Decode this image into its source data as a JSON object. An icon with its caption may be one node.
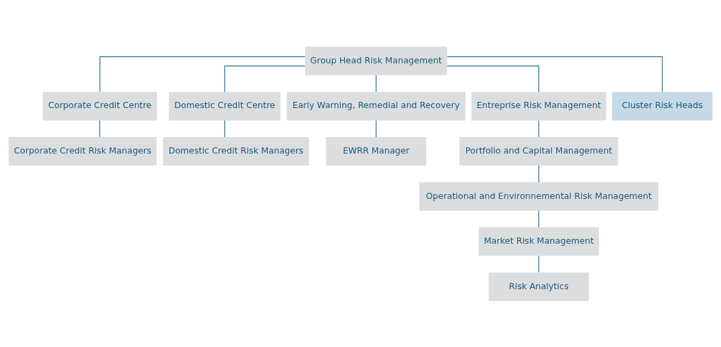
{
  "diagram": {
    "nodes": [
      {
        "text": [
          "Group Head Risk Management"
        ]
      },
      {
        "text": [
          "Corporate Credit Centre"
        ]
      },
      {
        "text": [
          "Domestic Credit Centre"
        ]
      },
      {
        "text": [
          "Early Warning, Remedial and Recovery"
        ]
      },
      {
        "text": [
          "Entreprise Risk Management"
        ]
      },
      {
        "text": [
          "Cluster Risk Heads"
        ]
      },
      {
        "text": [
          "Corporate Credit Risk Managers"
        ]
      },
      {
        "text": [
          "Domestic Credit Risk Managers"
        ]
      },
      {
        "text": [
          "EWRR Manager"
        ]
      },
      {
        "text": [
          "Portfolio and Capital Management"
        ]
      },
      {
        "text": [
          "Operational and Environnemental Risk Management"
        ]
      },
      {
        "text": [
          "Market Risk Management"
        ]
      },
      {
        "text": [
          "Risk Analytics"
        ]
      }
    ],
    "edges": [
      {
        "from": 0,
        "to": 1,
        "arrow": "none"
      },
      {
        "from": 0,
        "to": 2,
        "arrow": "none"
      },
      {
        "from": 0,
        "to": 3,
        "arrow": "none"
      },
      {
        "from": 0,
        "to": 4,
        "arrow": "none"
      },
      {
        "from": 0,
        "to": 5,
        "arrow": "none"
      },
      {
        "from": 1,
        "to": 6,
        "arrow": "none"
      },
      {
        "from": 2,
        "to": 7,
        "arrow": "none"
      },
      {
        "from": 3,
        "to": 8,
        "arrow": "none"
      },
      {
        "from": 4,
        "to": 9,
        "arrow": "none"
      },
      {
        "from": 9,
        "to": 10,
        "arrow": "none"
      },
      {
        "from": 10,
        "to": 11,
        "arrow": "none"
      },
      {
        "from": 11,
        "to": 12,
        "arrow": "none"
      }
    ]
  }
}
